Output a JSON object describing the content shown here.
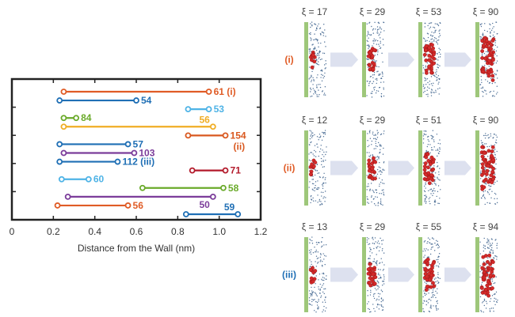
{
  "chart_data": {
    "type": "interval",
    "xlabel": "Distance from the Wall (nm)",
    "xlim": [
      0,
      1.2
    ],
    "x_ticks": [
      "0",
      "0.2",
      "0.4",
      "0.6",
      "0.8",
      "1.0",
      "1.2"
    ],
    "segments": [
      {
        "label": "61 (i)",
        "start": 0.25,
        "end": 0.95,
        "color": "#e05c26",
        "label_side": "right"
      },
      {
        "label": "54",
        "start": 0.23,
        "end": 0.6,
        "color": "#1f6fb5",
        "label_side": "right"
      },
      {
        "label": "53",
        "start": 0.85,
        "end": 0.95,
        "color": "#4eb3e6",
        "label_side": "right"
      },
      {
        "label": "84",
        "start": 0.25,
        "end": 0.31,
        "color": "#6aaa2a",
        "label_side": "right"
      },
      {
        "label": "56",
        "start": 0.25,
        "end": 0.97,
        "color": "#f0ad24",
        "label_side": "above"
      },
      {
        "label": "154 (ii)",
        "start": 0.85,
        "end": 1.03,
        "color": "#d9581f",
        "label_side": "right"
      },
      {
        "label": "57",
        "start": 0.23,
        "end": 0.56,
        "color": "#1f6fb5",
        "label_side": "right"
      },
      {
        "label": "103",
        "start": 0.25,
        "end": 0.59,
        "color": "#7b3c9a",
        "label_side": "right"
      },
      {
        "label": "112 (iii)",
        "start": 0.23,
        "end": 0.51,
        "color": "#1f6fb5",
        "label_side": "right"
      },
      {
        "label": "71",
        "start": 0.87,
        "end": 1.03,
        "color": "#b31a2b",
        "label_side": "right"
      },
      {
        "label": "60",
        "start": 0.24,
        "end": 0.37,
        "color": "#4eb3e6",
        "label_side": "right"
      },
      {
        "label": "58",
        "start": 0.63,
        "end": 1.02,
        "color": "#6aaa2a",
        "label_side": "right"
      },
      {
        "label": "50",
        "start": 0.27,
        "end": 0.97,
        "color": "#7b3c9a",
        "label_side": "below"
      },
      {
        "label": "56",
        "start": 0.22,
        "end": 0.56,
        "color": "#e05c26",
        "label_side": "right"
      },
      {
        "label": "59",
        "start": 0.84,
        "end": 1.09,
        "color": "#1f6fb5",
        "label_side": "above"
      }
    ]
  },
  "snapshots": {
    "rows": [
      {
        "label": "(i)",
        "color": "#e05c26",
        "xi": [
          "ξ = 17",
          "ξ = 29",
          "ξ = 53",
          "ξ = 90"
        ]
      },
      {
        "label": "(ii)",
        "color": "#e05c26",
        "xi": [
          "ξ = 12",
          "ξ = 29",
          "ξ = 51",
          "ξ = 90"
        ]
      },
      {
        "label": "(iii)",
        "color": "#1f6fb5",
        "xi": [
          "ξ = 13",
          "ξ = 29",
          "ξ = 55",
          "ξ = 94"
        ]
      }
    ]
  }
}
